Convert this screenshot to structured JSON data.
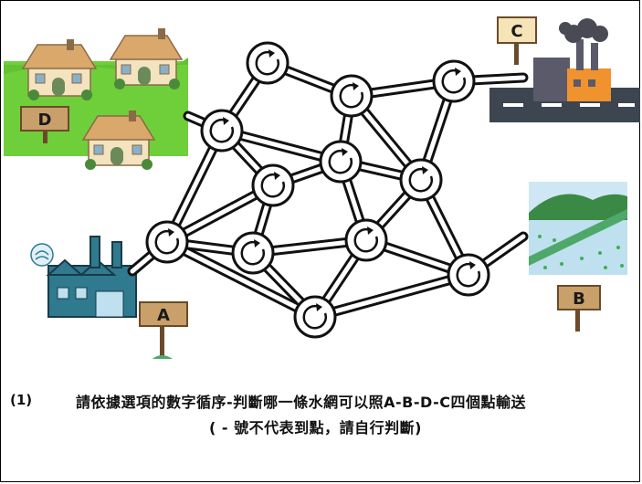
{
  "signs": {
    "a": "A",
    "b": "B",
    "c": "C",
    "d": "D"
  },
  "question": {
    "number": "(1)",
    "line1": "請依據選項的數字循序-判斷哪一條水網可以照A-B-D-C四個點輸送",
    "line2": "( - 號不代表到點，請自行判斷)"
  },
  "colors": {
    "grass": "#6fcf3a",
    "house_wall": "#f3e3bf",
    "house_roof": "#d9a86a",
    "factory_orange": "#f0922e",
    "factory_grey": "#5a5a6a",
    "road": "#3d4550",
    "water_factory": "#2f7a8e",
    "sign_wood": "#c9a06a",
    "field_green": "#3fae5a",
    "sky": "#cfe7f4"
  },
  "icons": [
    "flow-circle-icon",
    "water-drop-icon",
    "smoke-icon"
  ]
}
